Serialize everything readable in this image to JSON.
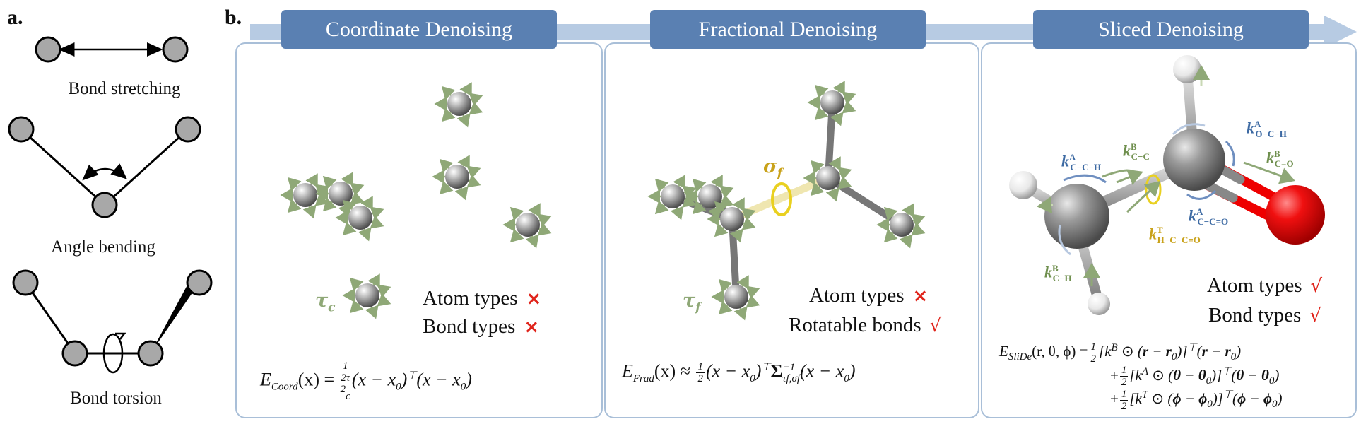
{
  "panel_a": {
    "label": "a.",
    "captions": [
      "Bond stretching",
      "Angle bending",
      "Bond torsion"
    ]
  },
  "panel_b": {
    "label": "b.",
    "tabs": [
      "Coordinate Denoising",
      "Fractional Denoising",
      "Sliced Denoising"
    ],
    "coord": {
      "tau": "τ",
      "tau_sub": "c",
      "legend": [
        {
          "text": "Atom types",
          "mark": "×"
        },
        {
          "text": "Bond types",
          "mark": "×"
        }
      ],
      "eq": {
        "lhs": "E",
        "lhs_sub": "Coord",
        "arg": "(x) =",
        "frac_num": "1",
        "frac_den": "2τ",
        "frac_den_sub": "c",
        "frac_den_sup": "2",
        "body": "(x − x",
        "body2": ")",
        "sup": "⊤",
        "tail": "(x − x",
        "tail2": ")",
        "zero": "0"
      }
    },
    "frad": {
      "tau": "τ",
      "tau_sub": "f",
      "sigma": "σ",
      "sigma_sub": "f",
      "legend": [
        {
          "text": "Atom types",
          "mark": "×"
        },
        {
          "text": "Rotatable bonds",
          "mark": "√"
        }
      ],
      "eq": {
        "lhs": "E",
        "lhs_sub": "Frad",
        "arg": "(x) ≈",
        "frac_num": "1",
        "frac_den": "2",
        "body": "(x − x",
        "body2": ")",
        "sup": "⊤",
        "sigma": "Σ",
        "sigma_sup": "−1",
        "sigma_sub": "τf,σf",
        "tail": "(x − x",
        "tail2": ")",
        "zero": "0"
      }
    },
    "slide": {
      "legend": [
        {
          "text": "Atom types",
          "mark": "√"
        },
        {
          "text": "Bond types",
          "mark": "√"
        }
      ],
      "k_labels": [
        {
          "k": "k",
          "sup": "A",
          "sub": "O−C−H",
          "color": "#3d6aa3"
        },
        {
          "k": "k",
          "sup": "B",
          "sub": "C−C",
          "color": "#6f8f4e"
        },
        {
          "k": "k",
          "sup": "A",
          "sub": "C−C−H",
          "color": "#3d6aa3"
        },
        {
          "k": "k",
          "sup": "B",
          "sub": "C=O",
          "color": "#6f8f4e"
        },
        {
          "k": "k",
          "sup": "A",
          "sub": "C−C=O",
          "color": "#3d6aa3"
        },
        {
          "k": "k",
          "sup": "T",
          "sub": "H−C−C=O",
          "color": "#c9a21a"
        },
        {
          "k": "k",
          "sup": "B",
          "sub": "C−H",
          "color": "#6f8f4e"
        }
      ],
      "eq": {
        "lhs": "E",
        "lhs_sub": "SliDe",
        "arg": "(r, θ, ϕ) =",
        "lines": [
          {
            "pre": "",
            "k": "k",
            "ksup": "B",
            "v": "r",
            "v0": "r",
            "zero": "0"
          },
          {
            "pre": "+",
            "k": "k",
            "ksup": "A",
            "v": "θ",
            "v0": "θ",
            "zero": "0"
          },
          {
            "pre": "+",
            "k": "k",
            "ksup": "T",
            "v": "ϕ",
            "v0": "ϕ",
            "zero": "0"
          }
        ],
        "half_num": "1",
        "half_den": "2",
        "odot": "⊙",
        "top": "⊤"
      }
    }
  },
  "colors": {
    "tab": "#5a80b2",
    "box_border": "#a9bfd8",
    "arrow_band": "#b7cbe3",
    "atom": "#9a9a9a",
    "noise_arrow": "#8fa877",
    "rotor": "#e9d020",
    "oxygen": "#e8141a",
    "cross": "#e0241b"
  }
}
